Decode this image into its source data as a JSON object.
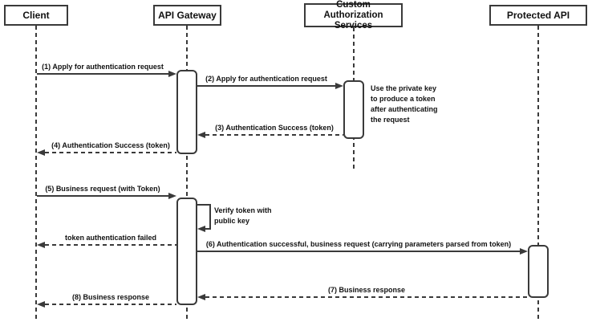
{
  "diagram": {
    "type": "sequence-diagram",
    "participants": [
      {
        "id": "client",
        "label": "Client"
      },
      {
        "id": "api-gateway",
        "label": "API Gateway"
      },
      {
        "id": "custom-auth-services",
        "label": "Custom Authorization Services"
      },
      {
        "id": "protected-api",
        "label": "Protected API"
      }
    ],
    "messages": [
      {
        "label": "(1) Apply for authentication request",
        "from": "Client",
        "to": "API Gateway",
        "line": "solid"
      },
      {
        "label": "(2) Apply for authentication request",
        "from": "API Gateway",
        "to": "Custom Authorization Services",
        "line": "solid"
      },
      {
        "label": "(3) Authentication Success (token)",
        "from": "Custom Authorization Services",
        "to": "API Gateway",
        "line": "dashed"
      },
      {
        "label": "(4) Authentication Success (token)",
        "from": "API Gateway",
        "to": "Client",
        "line": "dashed"
      },
      {
        "label": "(5) Business request (with Token)",
        "from": "Client",
        "to": "API Gateway",
        "line": "solid"
      },
      {
        "label": "Verify token with public key",
        "from": "API Gateway",
        "to": "API Gateway",
        "line": "solid",
        "self_message": true
      },
      {
        "label": "token authentication failed",
        "from": "API Gateway",
        "to": "Client",
        "line": "dashed"
      },
      {
        "label": "(6) Authentication successful, business request (carrying parameters parsed from token)",
        "from": "API Gateway",
        "to": "Protected API",
        "line": "solid"
      },
      {
        "label": "(7) Business response",
        "from": "Protected API",
        "to": "API Gateway",
        "line": "dashed"
      },
      {
        "label": "(8) Business response",
        "from": "API Gateway",
        "to": "Client",
        "line": "dashed"
      }
    ],
    "note": "Use the private key to produce a token after authenticating the request",
    "colors": {
      "stroke": "#3a3a3a",
      "text": "#111111",
      "background": "#ffffff"
    }
  }
}
